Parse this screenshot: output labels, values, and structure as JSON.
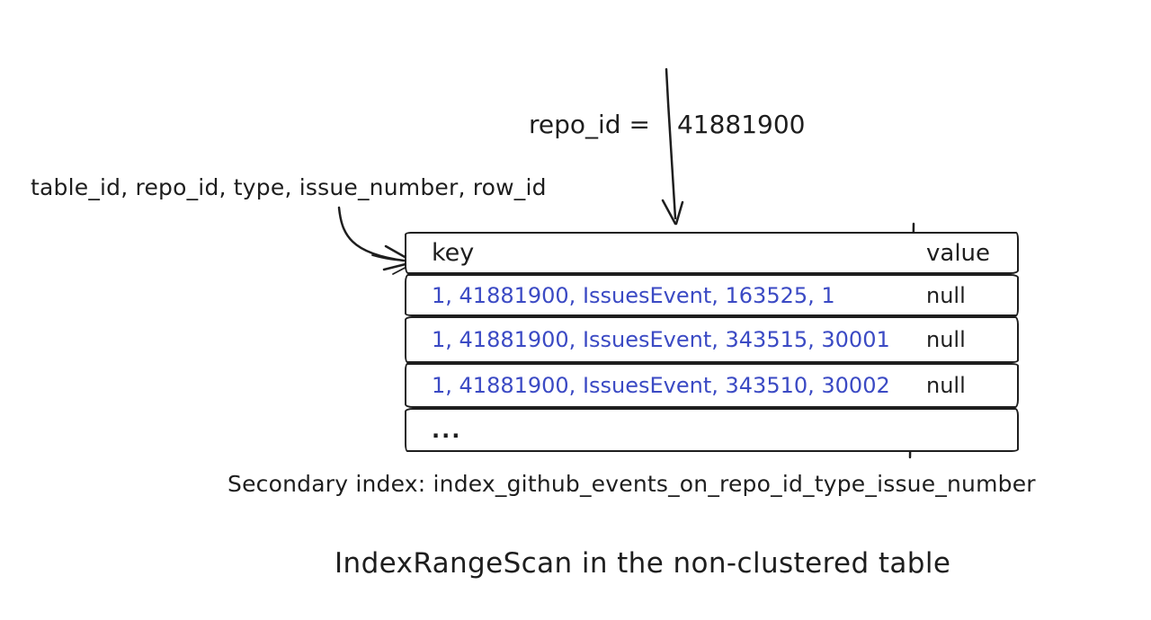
{
  "colors": {
    "background": "#ffffff",
    "ink": "#1e1e1e",
    "key_accent_blue": "#3b4ac4"
  },
  "filter": {
    "label": "repo_id =",
    "value": "41881900"
  },
  "index_columns_label": "table_id, repo_id, type, issue_number, row_id",
  "table": {
    "headers": [
      "key",
      "value"
    ],
    "rows": [
      {
        "key": "1, 41881900, IssuesEvent, 163525, 1",
        "value": "null"
      },
      {
        "key": "1, 41881900, IssuesEvent, 343515, 30001",
        "value": "null"
      },
      {
        "key": "1, 41881900, IssuesEvent, 343510, 30002",
        "value": "null"
      },
      {
        "key": "...",
        "value": ""
      }
    ]
  },
  "captions": {
    "secondary_index": "Secondary index: index_github_events_on_repo_id_type_issue_number",
    "title": "IndexRangeScan in the non-clustered table"
  }
}
